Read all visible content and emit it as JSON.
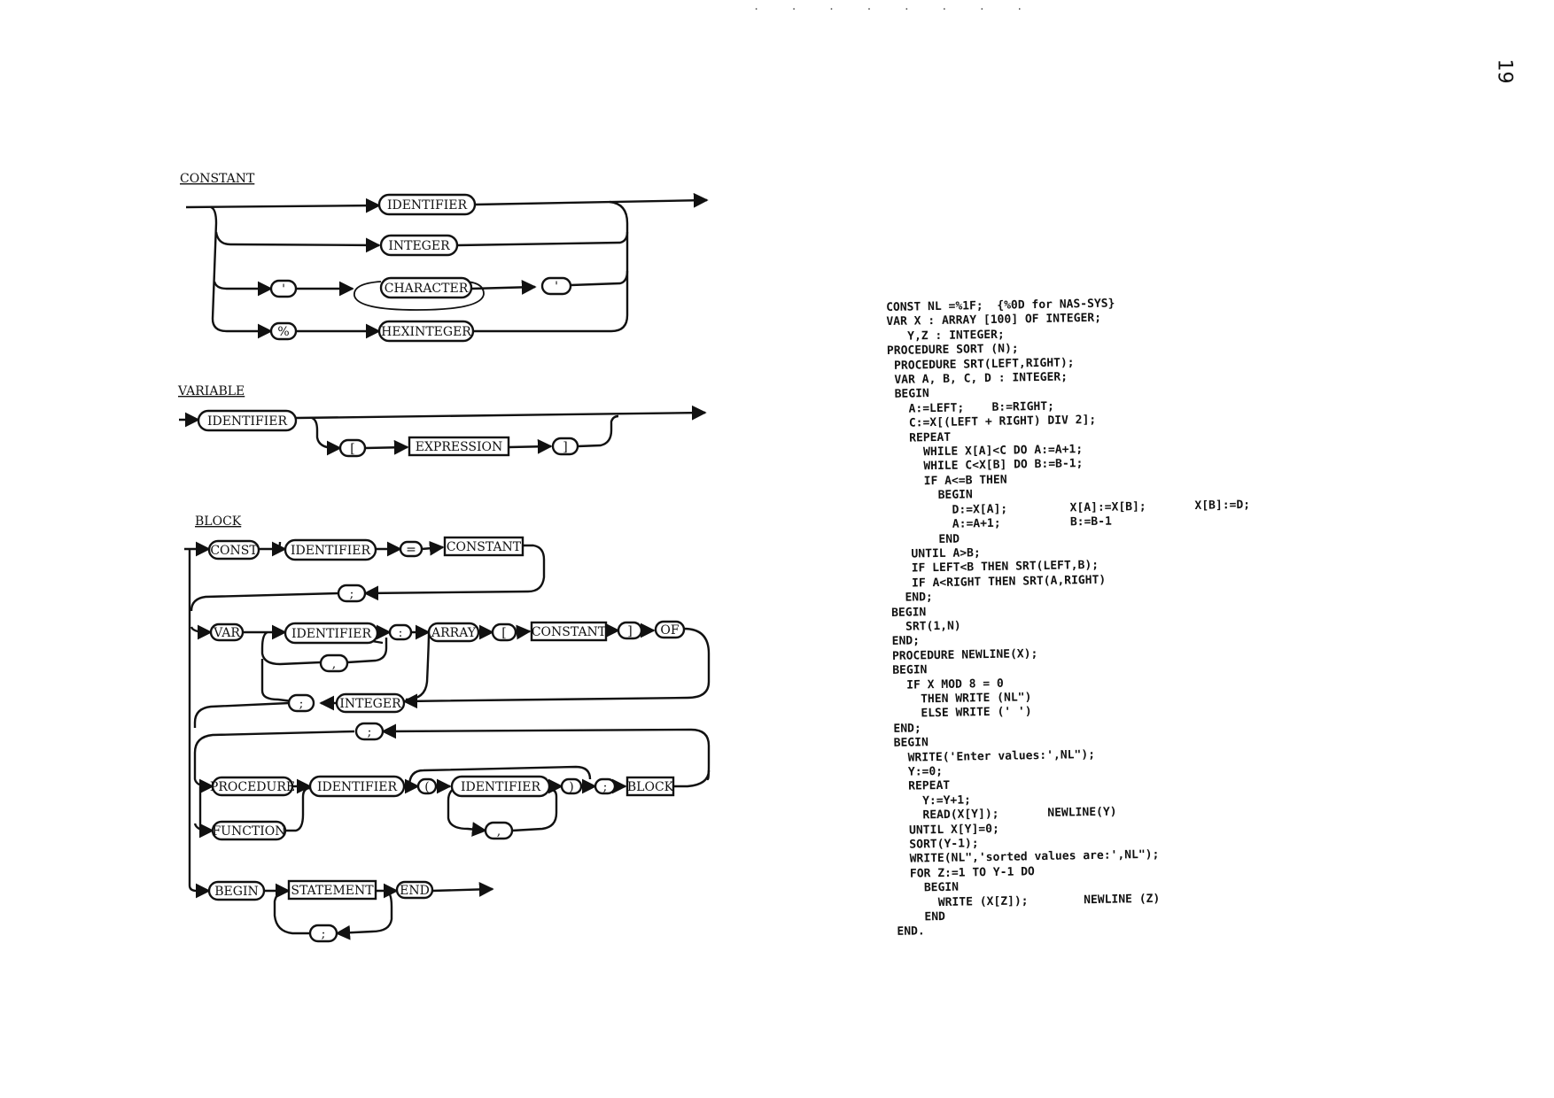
{
  "page": {
    "number": "19"
  },
  "diagrams": {
    "constant": {
      "heading": "CONSTANT",
      "identifier": "IDENTIFIER",
      "integer": "INTEGER",
      "quote_open": "'",
      "character": "CHARACTER",
      "quote_close": "'",
      "percent": "%",
      "hexinteger": "HEXINTEGER"
    },
    "variable": {
      "heading": "VARIABLE",
      "identifier": "IDENTIFIER",
      "bracket_open": "[",
      "expression": "EXPRESSION",
      "bracket_close": "]"
    },
    "block": {
      "heading": "BLOCK",
      "const": "CONST",
      "const_identifier": "IDENTIFIER",
      "equals": "=",
      "const_constant": "CONSTANT",
      "const_semicolon": ";",
      "var": "VAR",
      "var_identifier": "IDENTIFIER",
      "colon": ":",
      "array": "ARRAY",
      "array_open": "[",
      "array_constant": "CONSTANT",
      "array_close": "]",
      "of": "OF",
      "var_comma": ",",
      "var_semicolon": ";",
      "integer": "INTEGER",
      "proc_semicolon": ";",
      "procedure": "PROCEDURE",
      "function": "FUNCTION",
      "proc_identifier": "IDENTIFIER",
      "paren_open": "(",
      "param_identifier": "IDENTIFIER",
      "paren_close": ")",
      "param_comma": ",",
      "block_semicolon": ";",
      "block": "BLOCK",
      "begin": "BEGIN",
      "statement": "STATEMENT",
      "end": "END",
      "stmt_semicolon": ";"
    }
  },
  "code": {
    "lines": [
      "CONST NL =%1F;  {%0D for NAS-SYS}",
      "VAR X : ARRAY [100] OF INTEGER;",
      "   Y,Z : INTEGER;",
      "PROCEDURE SORT (N);",
      " PROCEDURE SRT(LEFT,RIGHT);",
      " VAR A, B, C, D : INTEGER;",
      " BEGIN",
      "   A:=LEFT;    B:=RIGHT;",
      "   C:=X[(LEFT + RIGHT) DIV 2];",
      "   REPEAT",
      "     WHILE X[A]<C DO A:=A+1;",
      "     WHILE C<X[B] DO B:=B-1;",
      "     IF A<=B THEN",
      "       BEGIN",
      "         D:=X[A];         X[A]:=X[B];       X[B]:=D;",
      "         A:=A+1;          B:=B-1",
      "       END",
      "   UNTIL A>B;",
      "   IF LEFT<B THEN SRT(LEFT,B);",
      "   IF A<RIGHT THEN SRT(A,RIGHT)",
      "  END;",
      "BEGIN",
      "  SRT(1,N)",
      "END;",
      "PROCEDURE NEWLINE(X);",
      "BEGIN",
      "  IF X MOD 8 = 0",
      "    THEN WRITE (NL\")",
      "    ELSE WRITE (' ')",
      "END;",
      "BEGIN",
      "  WRITE('Enter values:',NL\");",
      "  Y:=0;",
      "  REPEAT",
      "    Y:=Y+1;",
      "    READ(X[Y]);       NEWLINE(Y)",
      "  UNTIL X[Y]=0;",
      "  SORT(Y-1);",
      "  WRITE(NL\",'sorted values are:',NL\");",
      "  FOR Z:=1 TO Y-1 DO",
      "    BEGIN",
      "      WRITE (X[Z]);        NEWLINE (Z)",
      "    END",
      "END."
    ]
  }
}
